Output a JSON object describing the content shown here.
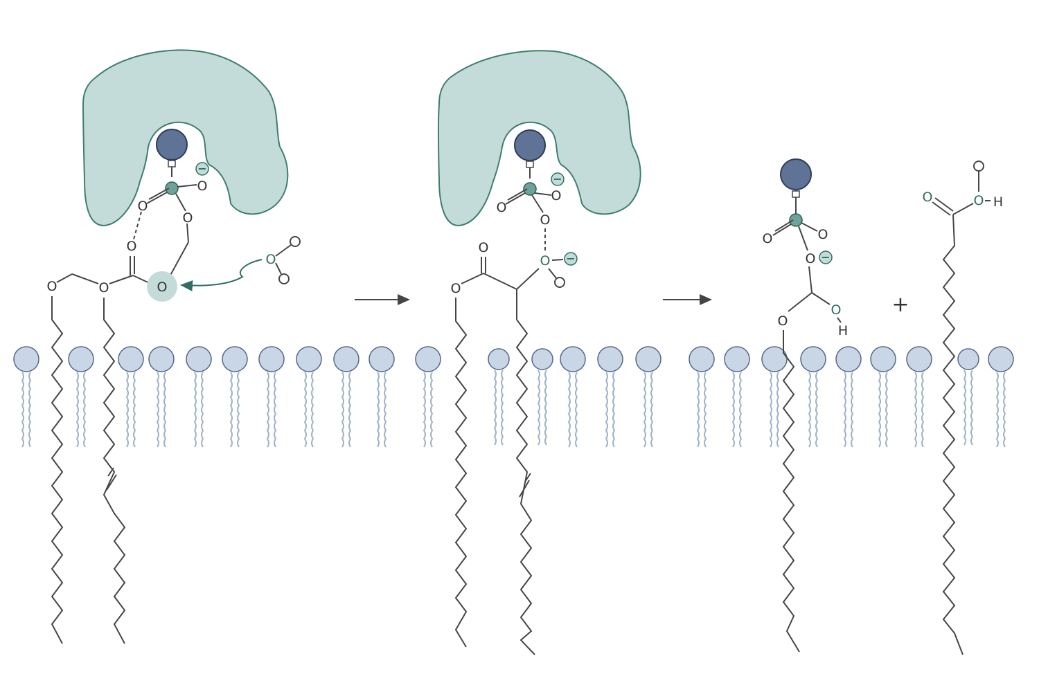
{
  "colors": {
    "enzyme_fill": "#c3dcd9",
    "enzyme_stroke": "#3f7d70",
    "cofactor": "#5e7396",
    "phosphorus": "#6fa29a",
    "bond": "#454545",
    "teal_text": "#2f6e64",
    "membrane_head": "#c9d6e6",
    "membrane_tail": "#9fb3c8"
  },
  "labels": {
    "oxygen": "O",
    "hydrogen": "H",
    "charge": "−",
    "plus": "+"
  },
  "panels": [
    {
      "name": "enzyme-substrate-complex",
      "tail_count": 2
    },
    {
      "name": "tetrahedral-intermediate",
      "tail_count": 2
    },
    {
      "name": "products",
      "tail_count": 2
    }
  ]
}
